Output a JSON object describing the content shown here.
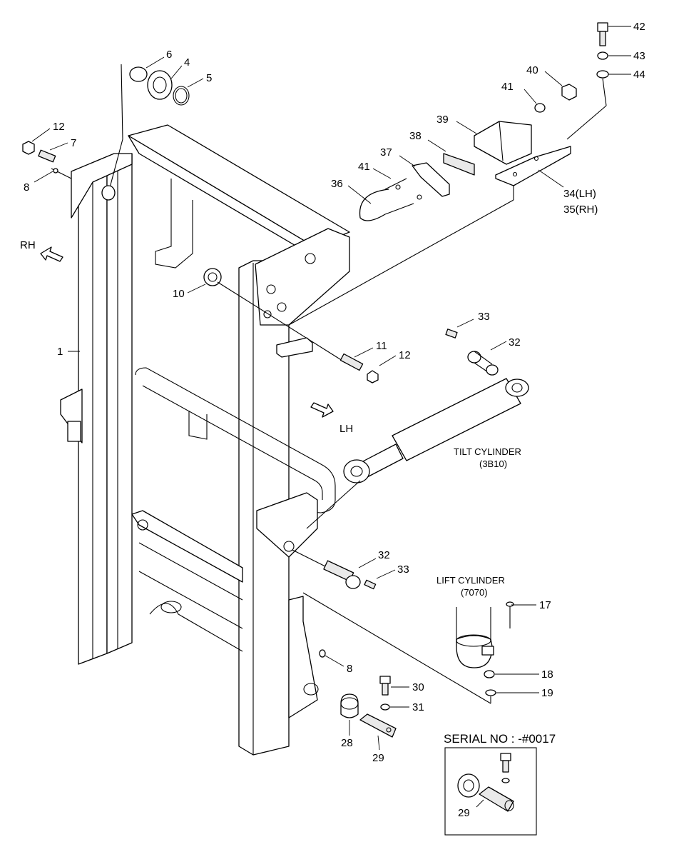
{
  "labels": {
    "n1": "1",
    "n4": "4",
    "n5": "5",
    "n6": "6",
    "n7": "7",
    "n8a": "8",
    "n8b": "8",
    "n10": "10",
    "n11": "11",
    "n12a": "12",
    "n12b": "12",
    "n17": "17",
    "n18": "18",
    "n19": "19",
    "n28": "28",
    "n29a": "29",
    "n29b": "29",
    "n30": "30",
    "n31": "31",
    "n32a": "32",
    "n32b": "32",
    "n33a": "33",
    "n33b": "33",
    "n34": "34(LH)",
    "n35": "35(RH)",
    "n36": "36",
    "n37": "37",
    "n38": "38",
    "n39": "39",
    "n40": "40",
    "n41a": "41",
    "n41b": "41",
    "n42": "42",
    "n43": "43",
    "n44": "44"
  },
  "directions": {
    "rh": "RH",
    "lh": "LH"
  },
  "callouts": {
    "tilt_cylinder": "TILT CYLINDER",
    "tilt_code": "(3B10)",
    "lift_cylinder": "LIFT CYLINDER",
    "lift_code": "(7070)"
  },
  "inset": {
    "serial": "SERIAL NO : -#0017"
  }
}
